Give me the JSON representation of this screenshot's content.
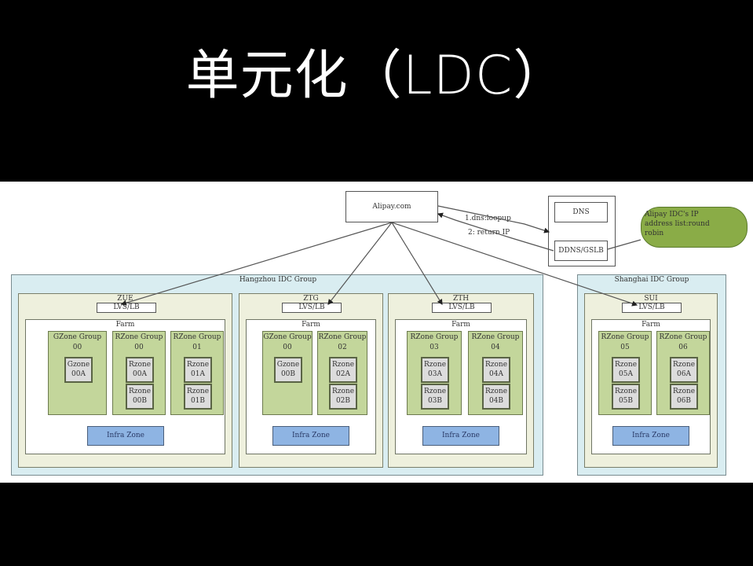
{
  "slide_title": "单元化（LDC）",
  "top": {
    "alipay": "Alipay.com",
    "dns": "DNS",
    "ddns": "DDNS/GSLB",
    "step1": "1.dns:loopup",
    "step2": "2: return IP",
    "note_line1": "Alipay IDC's IP",
    "note_line2": "address list:round",
    "note_line3": "robin"
  },
  "hangzhou": {
    "label": "Hangzhou IDC Group",
    "cells": [
      {
        "name": "ZUE",
        "lvs": "LVS/LB",
        "farm": "Farm",
        "infra": "Infra Zone",
        "groups": [
          {
            "title": "GZone Group",
            "num": "00",
            "zones": [
              {
                "t": "Gzone",
                "n": "00A"
              }
            ]
          },
          {
            "title": "RZone Group",
            "num": "00",
            "zones": [
              {
                "t": "Rzone",
                "n": "00A"
              },
              {
                "t": "Rzone",
                "n": "00B"
              }
            ]
          },
          {
            "title": "RZone Group",
            "num": "01",
            "zones": [
              {
                "t": "Rzone",
                "n": "01A"
              },
              {
                "t": "Rzone",
                "n": "01B"
              }
            ]
          }
        ]
      },
      {
        "name": "ZTG",
        "lvs": "LVS/LB",
        "farm": "Farm",
        "infra": "Infra Zone",
        "groups": [
          {
            "title": "GZone Group",
            "num": "00",
            "zones": [
              {
                "t": "Gzone",
                "n": "00B"
              }
            ]
          },
          {
            "title": "RZone Group",
            "num": "02",
            "zones": [
              {
                "t": "Rzone",
                "n": "02A"
              },
              {
                "t": "Rzone",
                "n": "02B"
              }
            ]
          }
        ]
      },
      {
        "name": "ZTH",
        "lvs": "LVS/LB",
        "farm": "Farm",
        "infra": "Infra Zone",
        "groups": [
          {
            "title": "RZone Group",
            "num": "03",
            "zones": [
              {
                "t": "Rzone",
                "n": "03A"
              },
              {
                "t": "Rzone",
                "n": "03B"
              }
            ]
          },
          {
            "title": "RZone Group",
            "num": "04",
            "zones": [
              {
                "t": "Rzone",
                "n": "04A"
              },
              {
                "t": "Rzone",
                "n": "04B"
              }
            ]
          }
        ]
      }
    ]
  },
  "shanghai": {
    "label": "Shanghai IDC Group",
    "cells": [
      {
        "name": "SUI",
        "lvs": "LVS/LB",
        "farm": "Farm",
        "infra": "Infra Zone",
        "groups": [
          {
            "title": "RZone Group",
            "num": "05",
            "zones": [
              {
                "t": "Rzone",
                "n": "05A"
              },
              {
                "t": "Rzone",
                "n": "05B"
              }
            ]
          },
          {
            "title": "RZone Group",
            "num": "06",
            "zones": [
              {
                "t": "Rzone",
                "n": "06A"
              },
              {
                "t": "Rzone",
                "n": "06B"
              }
            ]
          }
        ]
      }
    ]
  }
}
